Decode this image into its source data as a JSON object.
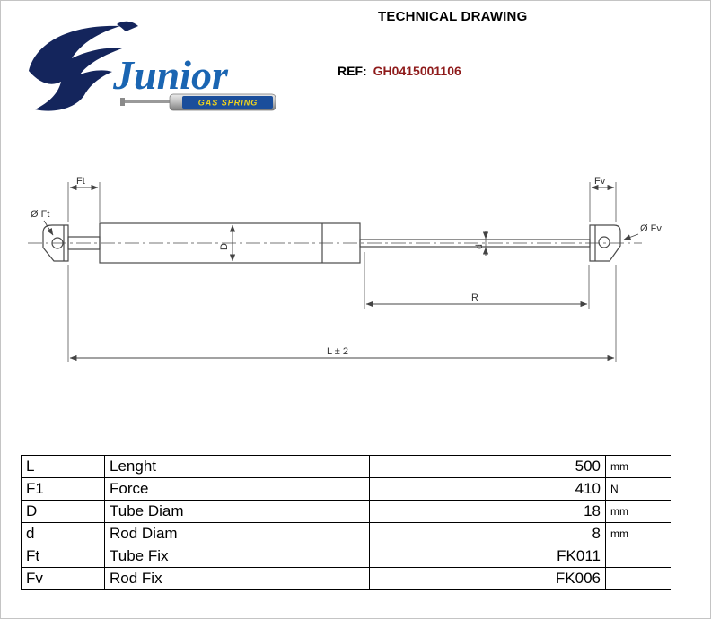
{
  "header": {
    "title": "TECHNICAL DRAWING",
    "ref_label": "REF:",
    "ref_value": "GH0415001106"
  },
  "logo": {
    "brand": "Junior",
    "tagline": "GAS SPRING"
  },
  "drawing": {
    "labels": {
      "tube_fix": "Ft",
      "rod_fix": "Fv",
      "dia_tube_fix": "Ø Ft",
      "dia_rod_fix": "Ø Fv",
      "tube_diam": "D",
      "rod_diam": "d",
      "rod_length": "R",
      "total_length": "L ± 2"
    }
  },
  "table": {
    "rows": [
      {
        "symbol": "L",
        "label": "Lenght",
        "value": "500",
        "unit": "mm"
      },
      {
        "symbol": "F1",
        "label": "Force",
        "value": "410",
        "unit": "N"
      },
      {
        "symbol": "D",
        "label": "Tube Diam",
        "value": "18",
        "unit": "mm"
      },
      {
        "symbol": "d",
        "label": "Rod Diam",
        "value": "8",
        "unit": "mm"
      },
      {
        "symbol": "Ft",
        "label": "Tube Fix",
        "value": "FK011",
        "unit": ""
      },
      {
        "symbol": "Fv",
        "label": "Rod Fix",
        "value": "FK006",
        "unit": ""
      }
    ]
  },
  "colors": {
    "navy": "#14255c",
    "brand_blue": "#1a65b2",
    "band_blue": "#1b4e9b",
    "tagline_yellow": "#f2d41c",
    "ref_red": "#8e1a1a"
  }
}
